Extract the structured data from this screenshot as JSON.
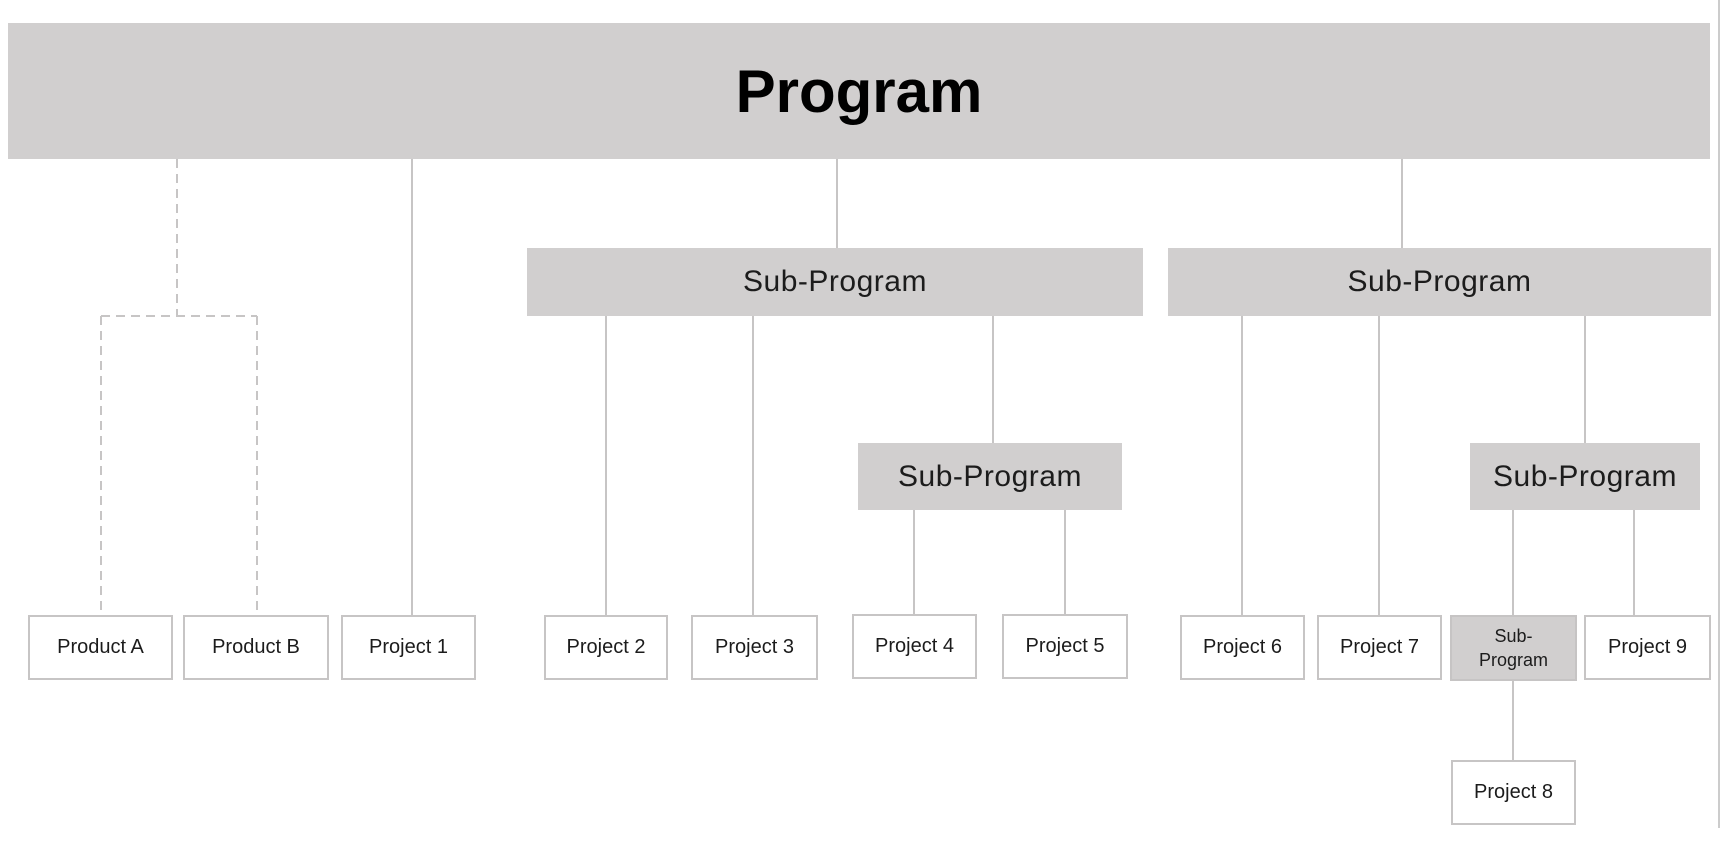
{
  "diagram_title": "Program",
  "colors": {
    "node_fill_gray": "#d1cfcf",
    "node_border": "#c7c5c5",
    "connector": "#c7c5c5",
    "canvas_edge": "#cccccc",
    "title_text": "#000000",
    "label_text": "#1c1c1c",
    "background": "#ffffff"
  },
  "nodes": {
    "program": {
      "label": "Program",
      "level": 0,
      "style": "gray-bar"
    },
    "sub_mid": {
      "label": "Sub-Program",
      "level": 1,
      "style": "gray-bar"
    },
    "sub_right": {
      "label": "Sub-Program",
      "level": 1,
      "style": "gray-bar"
    },
    "sub_mid_inner": {
      "label": "Sub-Program",
      "level": 2,
      "style": "gray-bar"
    },
    "sub_right_inner": {
      "label": "Sub-Program",
      "level": 2,
      "style": "gray-bar"
    },
    "product_a": {
      "label": "Product A",
      "level": 1,
      "style": "white-box"
    },
    "product_b": {
      "label": "Product B",
      "level": 1,
      "style": "white-box"
    },
    "project_1": {
      "label": "Project 1",
      "level": 1,
      "style": "white-box"
    },
    "project_2": {
      "label": "Project 2",
      "level": 2,
      "style": "white-box"
    },
    "project_3": {
      "label": "Project 3",
      "level": 2,
      "style": "white-box"
    },
    "project_4": {
      "label": "Project 4",
      "level": 3,
      "style": "white-box"
    },
    "project_5": {
      "label": "Project 5",
      "level": 3,
      "style": "white-box"
    },
    "project_6": {
      "label": "Project 6",
      "level": 2,
      "style": "white-box"
    },
    "project_7": {
      "label": "Project 7",
      "level": 2,
      "style": "white-box"
    },
    "sub_small": {
      "label": "Sub-Program",
      "level": 3,
      "style": "gray-box"
    },
    "project_9": {
      "label": "Project 9",
      "level": 3,
      "style": "white-box"
    },
    "project_8": {
      "label": "Project 8",
      "level": 4,
      "style": "white-box"
    }
  },
  "edges": [
    {
      "from": "program",
      "to": "product_a",
      "style": "dashed"
    },
    {
      "from": "program",
      "to": "product_b",
      "style": "dashed"
    },
    {
      "from": "program",
      "to": "project_1",
      "style": "solid"
    },
    {
      "from": "program",
      "to": "sub_mid",
      "style": "solid"
    },
    {
      "from": "program",
      "to": "sub_right",
      "style": "solid"
    },
    {
      "from": "sub_mid",
      "to": "project_2",
      "style": "solid"
    },
    {
      "from": "sub_mid",
      "to": "project_3",
      "style": "solid"
    },
    {
      "from": "sub_mid",
      "to": "sub_mid_inner",
      "style": "solid"
    },
    {
      "from": "sub_mid_inner",
      "to": "project_4",
      "style": "solid"
    },
    {
      "from": "sub_mid_inner",
      "to": "project_5",
      "style": "solid"
    },
    {
      "from": "sub_right",
      "to": "project_6",
      "style": "solid"
    },
    {
      "from": "sub_right",
      "to": "project_7",
      "style": "solid"
    },
    {
      "from": "sub_right",
      "to": "sub_right_inner",
      "style": "solid"
    },
    {
      "from": "sub_right_inner",
      "to": "sub_small",
      "style": "solid"
    },
    {
      "from": "sub_right_inner",
      "to": "project_9",
      "style": "solid"
    },
    {
      "from": "sub_small",
      "to": "project_8",
      "style": "solid"
    }
  ]
}
